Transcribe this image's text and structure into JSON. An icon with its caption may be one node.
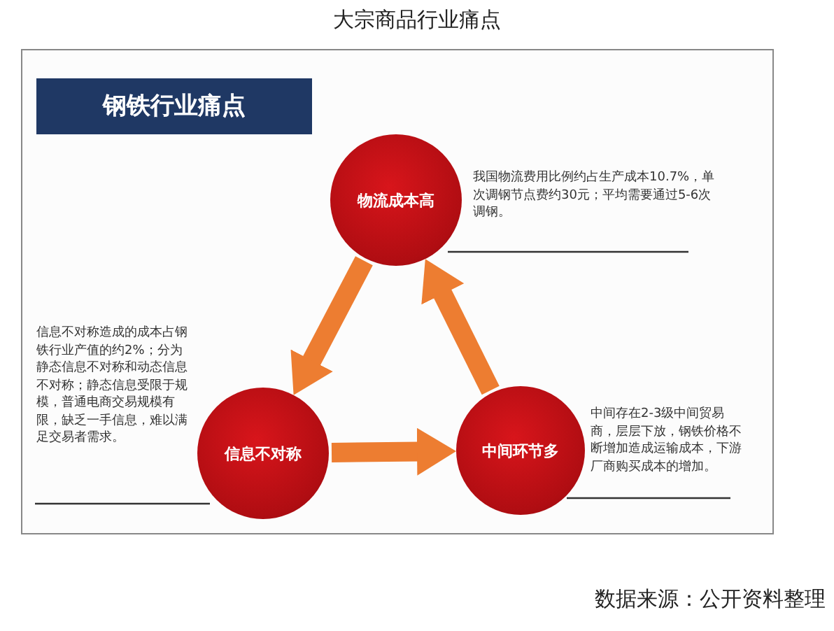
{
  "diagram": {
    "title": "大宗商品行业痛点",
    "nodes": [
      {
        "text": [
          "钢铁行业痛点"
        ]
      },
      {
        "text": [
          "物流成本高"
        ],
        "beside": [
          "我国物流费用比例约占生产成本10.7%，单次调钢节点费约30元；平均需要通过5-6次调钢。"
        ]
      },
      {
        "text": [
          "信息不对称"
        ],
        "beside": [
          "信息不对称造成的成本占钢铁行业产值的约2%；分为静态信息不对称和动态信息不对称；静态信息受限于规模，普通电商交易规模有限，缺乏一手信息，难以满足交易者需求。"
        ]
      },
      {
        "text": [
          "中间环节多"
        ],
        "beside": [
          "中间存在2-3级中间贸易商，层层下放，钢铁价格不断增加造成运输成本，下游厂商购买成本的增加。"
        ]
      }
    ],
    "edges": [
      {
        "from": 1,
        "to": 2,
        "arrow": "to"
      },
      {
        "from": 2,
        "to": 3,
        "arrow": "to"
      },
      {
        "from": 3,
        "to": 1,
        "arrow": "to"
      }
    ],
    "caption": "数据来源：公开资料整理"
  }
}
